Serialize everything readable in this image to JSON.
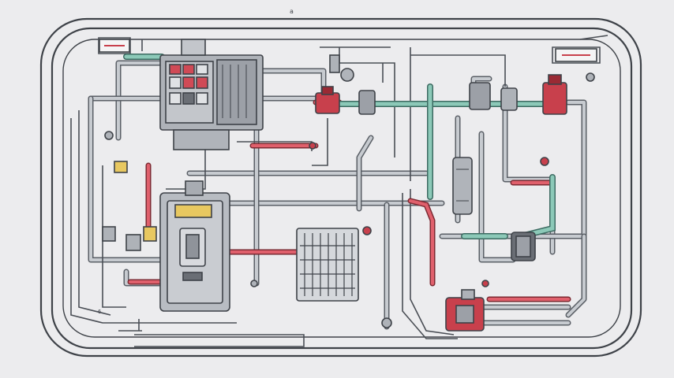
{
  "diagram": {
    "top_marker": "a",
    "side_label": "6",
    "display_text": "",
    "palette": {
      "background": "#ececee",
      "line": "#3e4248",
      "pipe": "#c7cbd0",
      "red_pipe": "#e0606c",
      "teal_pipe": "#8cc9b8",
      "component_red": "#c8404c",
      "panel": "#b8bcc2",
      "yellow": "#e8c860"
    },
    "components": [
      {
        "name": "control-panel",
        "kind": "electrical cabinet"
      },
      {
        "name": "main-controller",
        "kind": "controller unit"
      },
      {
        "name": "heat-exchanger",
        "kind": "grille unit"
      },
      {
        "name": "pump-lower-right",
        "kind": "pump"
      },
      {
        "name": "valve-red-top",
        "kind": "valve"
      },
      {
        "name": "valve-red-right",
        "kind": "valve"
      },
      {
        "name": "filter-column",
        "kind": "filter"
      },
      {
        "name": "motor-right",
        "kind": "motor"
      }
    ]
  }
}
